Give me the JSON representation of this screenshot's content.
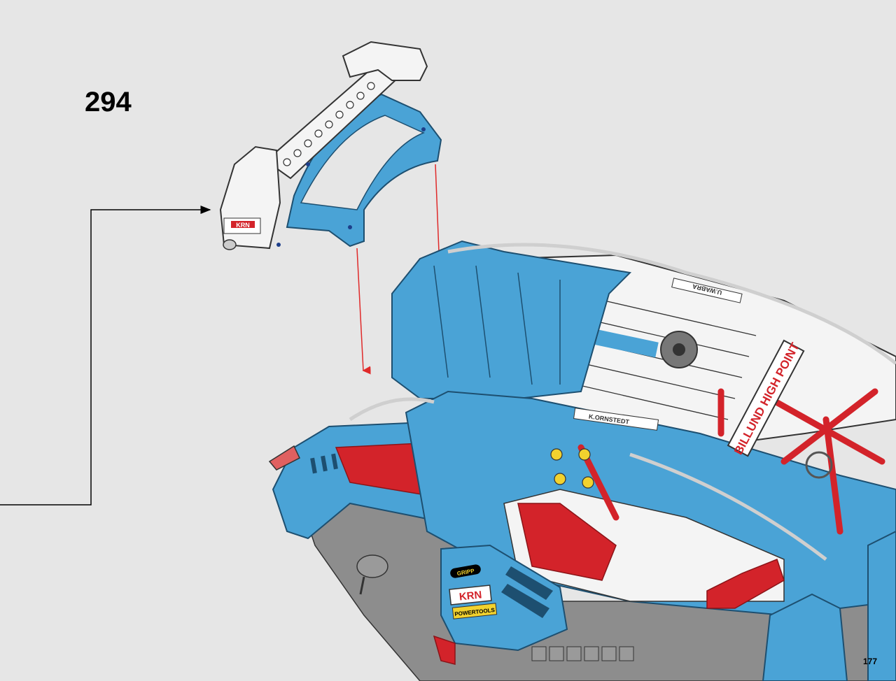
{
  "step": {
    "number": "294"
  },
  "page": {
    "number": "177"
  },
  "decals": {
    "brand_logo": "KRN",
    "brand_subtitle": "POWERTOOLS",
    "sponsor_grip": "GRIPP",
    "billund": "BILLUND HIGH POINT",
    "driver_name": "K.ORNSTEDT",
    "codriver_name": "U.WABRA"
  },
  "colors": {
    "background": "#e6e6e6",
    "brick_blue": "#4aa3d6",
    "brick_white": "#f4f4f4",
    "brick_red": "#d3232a",
    "brick_gray": "#9a9a9a",
    "callout_arrow": "#000000",
    "assembly_arrow": "#e02a2a"
  }
}
